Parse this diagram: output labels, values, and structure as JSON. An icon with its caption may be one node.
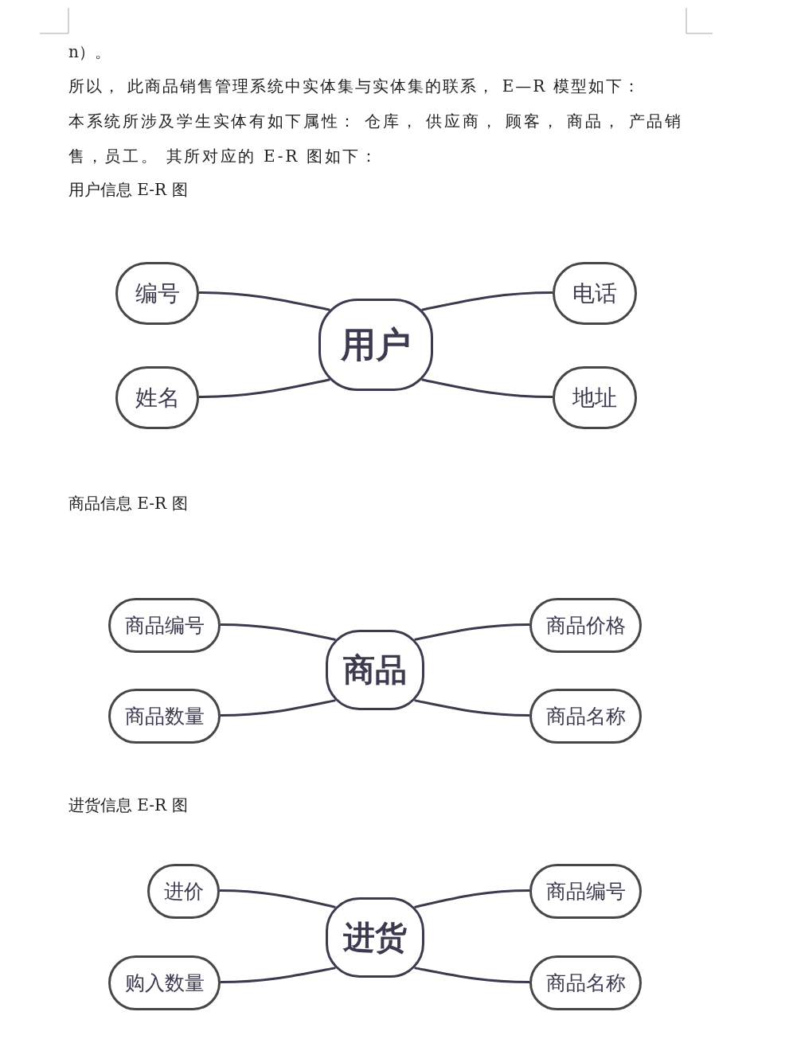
{
  "diagram": {
    "nodes": [
      {
        "text": [
          "编号"
        ]
      },
      {
        "text": [
          "电话"
        ]
      },
      {
        "text": [
          "用户"
        ]
      },
      {
        "text": [
          "姓名"
        ]
      },
      {
        "text": [
          "地址"
        ]
      },
      {
        "text": [
          "商品编号"
        ]
      },
      {
        "text": [
          "商品价格"
        ]
      },
      {
        "text": [
          "商品"
        ]
      },
      {
        "text": [
          "商品数量"
        ]
      },
      {
        "text": [
          "商品名称"
        ]
      },
      {
        "text": [
          "进价"
        ]
      },
      {
        "text": [
          "商品编号"
        ]
      },
      {
        "text": [
          "进货"
        ]
      },
      {
        "text": [
          "购入数量"
        ]
      },
      {
        "text": [
          "商品名称"
        ]
      }
    ],
    "edges": [
      {
        "from": 2,
        "to": 0,
        "arrow": "none"
      },
      {
        "from": 2,
        "to": 1,
        "arrow": "none"
      },
      {
        "from": 2,
        "to": 3,
        "arrow": "none"
      },
      {
        "from": 2,
        "to": 4,
        "arrow": "none"
      },
      {
        "from": 7,
        "to": 5,
        "arrow": "none"
      },
      {
        "from": 7,
        "to": 6,
        "arrow": "none"
      },
      {
        "from": 7,
        "to": 8,
        "arrow": "none"
      },
      {
        "from": 7,
        "to": 9,
        "arrow": "none"
      },
      {
        "from": 12,
        "to": 10,
        "arrow": "none"
      },
      {
        "from": 12,
        "to": 11,
        "arrow": "none"
      },
      {
        "from": 12,
        "to": 13,
        "arrow": "none"
      },
      {
        "from": 12,
        "to": 14,
        "arrow": "none"
      }
    ],
    "labels": [
      "n）。",
      "所以， 此商品销售管理系统中实体集与实体集的联系， E—R 模型如下：",
      "本系统所涉及学生实体有如下属性： 仓库， 供应商， 顾客， 商品， 产品销售，员工。 其所对应的 E-R 图如下：",
      "用户信息 E-R 图",
      "商品信息 E-R 图",
      "进货信息 E-R 图"
    ]
  }
}
